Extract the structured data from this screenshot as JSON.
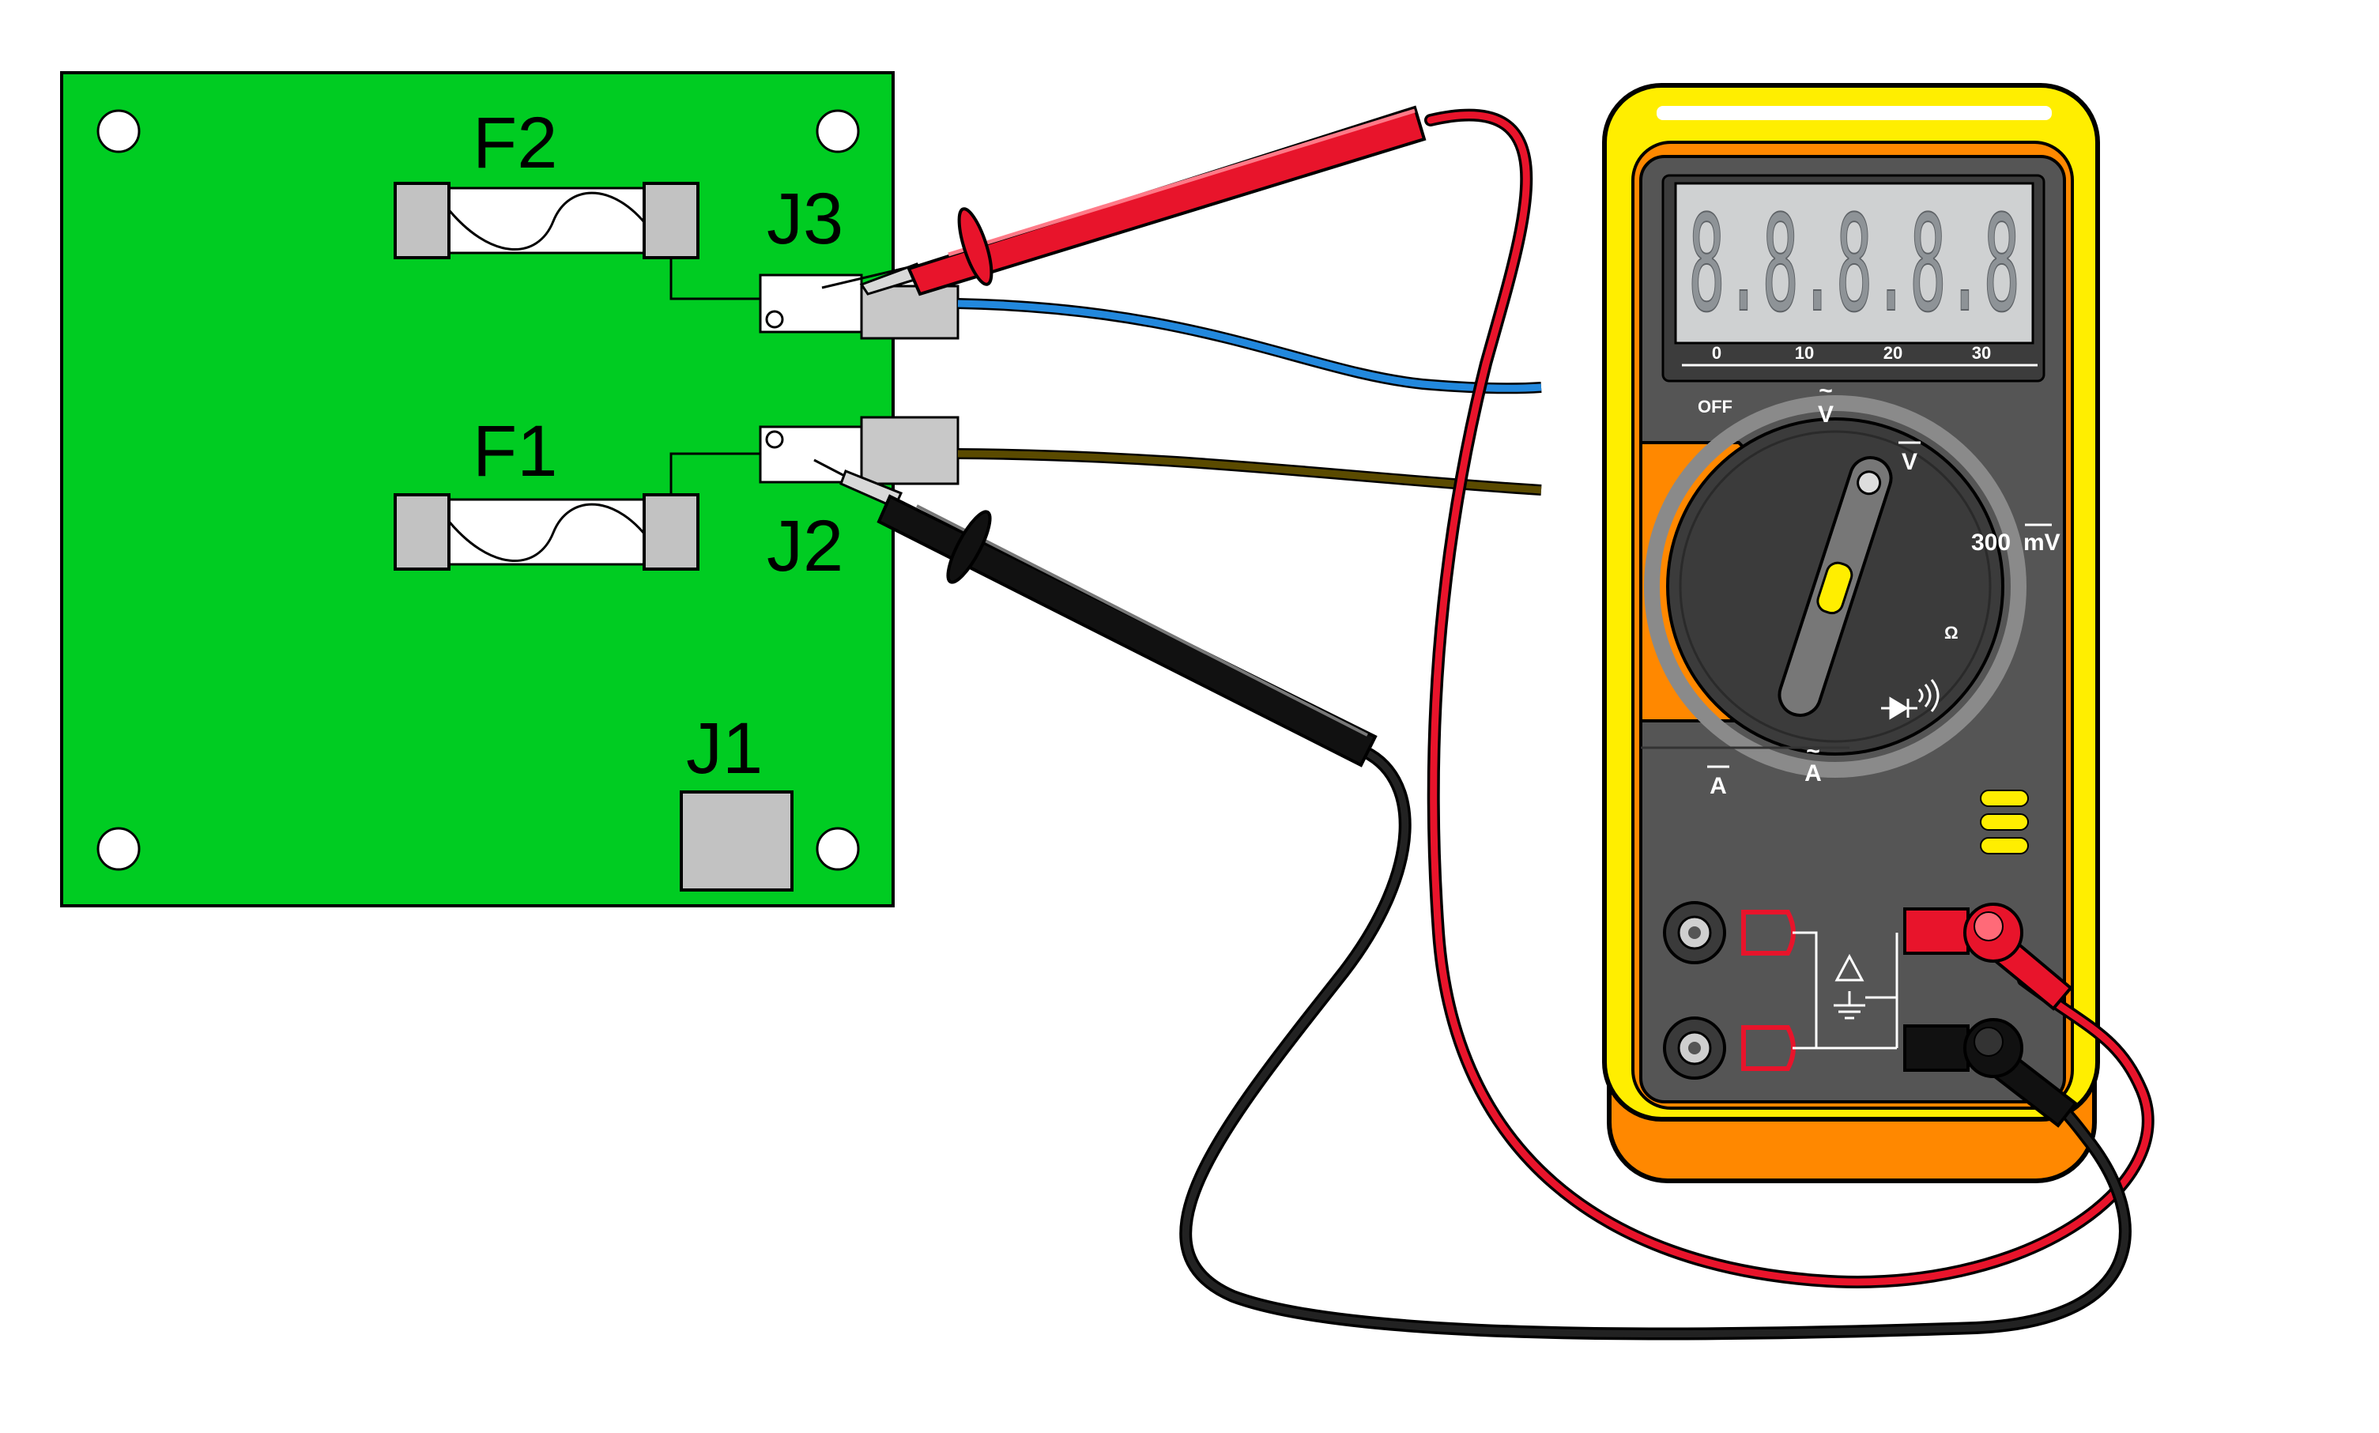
{
  "board": {
    "labels": {
      "fuse_top": "F2",
      "fuse_bottom": "F1",
      "jack_top": "J3",
      "jack_mid": "J2",
      "jack_bottom": "J1"
    },
    "color": "#00cc22"
  },
  "meter": {
    "display_digits": "8.8.8.8.8",
    "scale_ticks": [
      "0",
      "10",
      "20",
      "30"
    ],
    "dial": {
      "off": "OFF",
      "ac_volts": "V",
      "dc_volts": "V",
      "millivolts_value": "300",
      "millivolts_unit": "mV",
      "ohms": "Ω",
      "ac_amps": "A",
      "dc_amps": "A"
    },
    "colors": {
      "body": "#ffee00",
      "holster": "#ff8800",
      "face": "#555555"
    }
  },
  "leads": {
    "red": "#e8142b",
    "black": "#111111",
    "wire_blue": "#2288dd",
    "wire_brown": "#5a4a00"
  }
}
